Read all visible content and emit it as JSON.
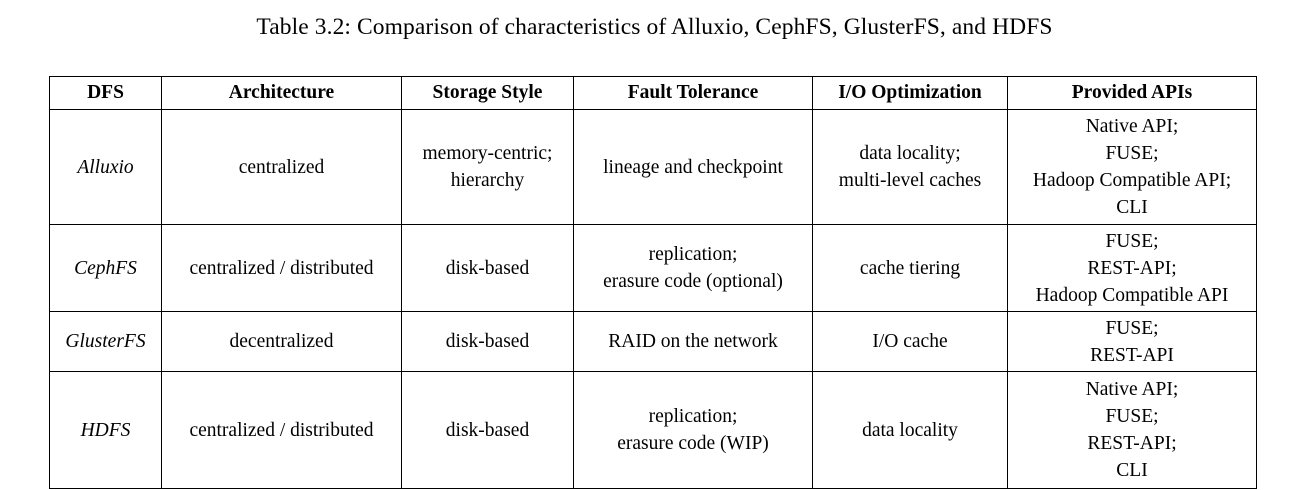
{
  "caption": "Table 3.2: Comparison of characteristics of Alluxio, CephFS, GlusterFS, and HDFS",
  "table": {
    "columns": [
      "DFS",
      "Architecture",
      "Storage Style",
      "Fault Tolerance",
      "I/O Optimization",
      "Provided APIs"
    ],
    "rows": [
      {
        "dfs": "Alluxio",
        "architecture": [
          "centralized"
        ],
        "storage_style": [
          "memory-centric;",
          "hierarchy"
        ],
        "fault_tolerance": [
          "lineage and checkpoint"
        ],
        "io_optimization": [
          "data locality;",
          "multi-level caches"
        ],
        "provided_apis": [
          "Native API;",
          "FUSE;",
          "Hadoop Compatible API;",
          "CLI"
        ]
      },
      {
        "dfs": "CephFS",
        "architecture": [
          "centralized / distributed"
        ],
        "storage_style": [
          "disk-based"
        ],
        "fault_tolerance": [
          "replication;",
          "erasure code (optional)"
        ],
        "io_optimization": [
          "cache tiering"
        ],
        "provided_apis": [
          "FUSE;",
          "REST-API;",
          "Hadoop Compatible API"
        ]
      },
      {
        "dfs": "GlusterFS",
        "architecture": [
          "decentralized"
        ],
        "storage_style": [
          "disk-based"
        ],
        "fault_tolerance": [
          "RAID on the network"
        ],
        "io_optimization": [
          "I/O cache"
        ],
        "provided_apis": [
          "FUSE;",
          "REST-API"
        ]
      },
      {
        "dfs": "HDFS",
        "architecture": [
          "centralized / distributed"
        ],
        "storage_style": [
          "disk-based"
        ],
        "fault_tolerance": [
          "replication;",
          "erasure code (WIP)"
        ],
        "io_optimization": [
          "data locality"
        ],
        "provided_apis": [
          "Native API;",
          "FUSE;",
          "REST-API;",
          "CLI"
        ]
      }
    ]
  },
  "colors": {
    "text": "#000000",
    "background": "#ffffff",
    "border": "#000000"
  }
}
